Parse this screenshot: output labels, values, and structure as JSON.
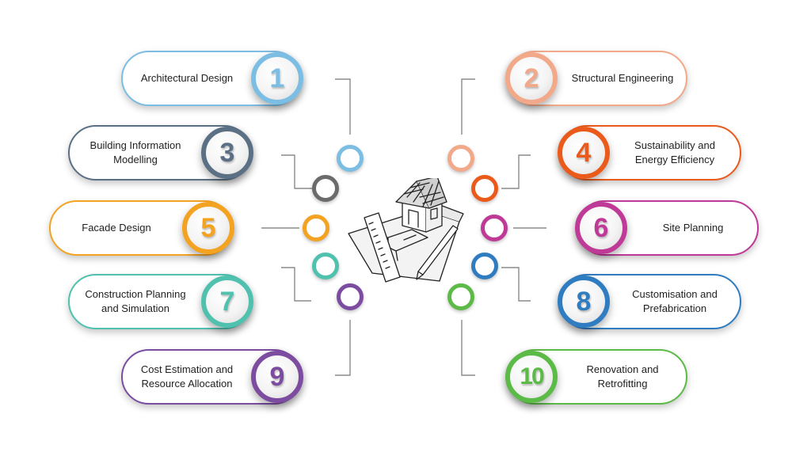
{
  "items": [
    {
      "number": "1",
      "label": "Architectural Design",
      "color": "#7bbde3"
    },
    {
      "number": "2",
      "label": "Structural Engineering",
      "color": "#f2a98a"
    },
    {
      "number": "3",
      "label": "Building Information Modelling",
      "color": "#5c7085"
    },
    {
      "number": "4",
      "label": "Sustainability and Energy Efficiency",
      "color": "#ea5a1b"
    },
    {
      "number": "5",
      "label": "Facade Design",
      "color": "#f3a321"
    },
    {
      "number": "6",
      "label": "Site Planning",
      "color": "#bf3a96"
    },
    {
      "number": "7",
      "label": "Construction Planning and Simulation",
      "color": "#4fc1ae"
    },
    {
      "number": "8",
      "label": "Customisation and Prefabrication",
      "color": "#2f7cc0"
    },
    {
      "number": "9",
      "label": "Cost Estimation and Resource Allocation",
      "color": "#7b4ca0"
    },
    {
      "number": "10",
      "label": "Renovation and Retrofitting",
      "color": "#5cba46"
    }
  ],
  "ring_colors": {
    "left": [
      "#7bbde3",
      "#6b6b6b",
      "#f3a321",
      "#4fc1ae",
      "#7b4ca0"
    ],
    "right": [
      "#f2a98a",
      "#ea5a1b",
      "#bf3a96",
      "#2f7cc0",
      "#5cba46"
    ]
  },
  "center_icon": "house-blueprint-sketch-icon"
}
